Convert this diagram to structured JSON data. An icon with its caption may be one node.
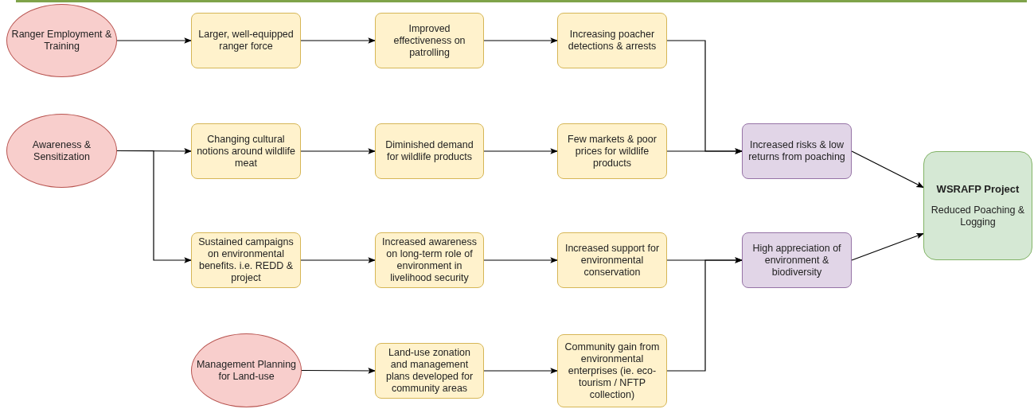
{
  "diagram": {
    "nodes": [
      {
        "text": [
          "Ranger Employment & Training"
        ]
      },
      {
        "text": [
          "Larger, well-equipped ranger force"
        ]
      },
      {
        "text": [
          "Improved effectiveness on patrolling"
        ]
      },
      {
        "text": [
          "Increasing poacher detections & arrests"
        ]
      },
      {
        "text": [
          "Awareness & Sensitization"
        ]
      },
      {
        "text": [
          "Changing cultural notions around wildlife meat"
        ]
      },
      {
        "text": [
          "Diminished demand for wildlife products"
        ]
      },
      {
        "text": [
          "Few markets & poor prices for wildlife products"
        ]
      },
      {
        "text": [
          "Increased risks & low returns from poaching"
        ]
      },
      {
        "text": [
          "WSRAFP Project",
          "Reduced Poaching & Logging"
        ]
      },
      {
        "text": [
          "Sustained campaigns on environmental benefits. i.e. REDD & project"
        ]
      },
      {
        "text": [
          "Increased awareness on long-term role of environment in livelihood security"
        ]
      },
      {
        "text": [
          "Increased support for environmental conservation"
        ]
      },
      {
        "text": [
          "High appreciation of environment & biodiversity"
        ]
      },
      {
        "text": [
          "Management Planning for Land-use"
        ]
      },
      {
        "text": [
          "Land-use zonation and management plans developed for community areas"
        ]
      },
      {
        "text": [
          "Community gain from environmental enterprises (ie. eco-tourism / NFTP collection)"
        ]
      }
    ],
    "edges": [
      {
        "from": 0,
        "to": 1,
        "arrow": "to"
      },
      {
        "from": 1,
        "to": 2,
        "arrow": "to"
      },
      {
        "from": 2,
        "to": 3,
        "arrow": "to"
      },
      {
        "from": 4,
        "to": 5,
        "arrow": "to"
      },
      {
        "from": 5,
        "to": 6,
        "arrow": "to"
      },
      {
        "from": 6,
        "to": 7,
        "arrow": "to"
      },
      {
        "from": 4,
        "to": 10,
        "arrow": "to"
      },
      {
        "from": 10,
        "to": 11,
        "arrow": "to"
      },
      {
        "from": 11,
        "to": 12,
        "arrow": "to"
      },
      {
        "from": 3,
        "to": 8,
        "arrow": "to"
      },
      {
        "from": 7,
        "to": 8,
        "arrow": "to"
      },
      {
        "from": 12,
        "to": 13,
        "arrow": "to"
      },
      {
        "from": 16,
        "to": 13,
        "arrow": "to"
      },
      {
        "from": 8,
        "to": 9,
        "arrow": "to"
      },
      {
        "from": 13,
        "to": 9,
        "arrow": "to"
      },
      {
        "from": 14,
        "to": 15,
        "arrow": "to"
      },
      {
        "from": 15,
        "to": 16,
        "arrow": "to"
      }
    ]
  }
}
